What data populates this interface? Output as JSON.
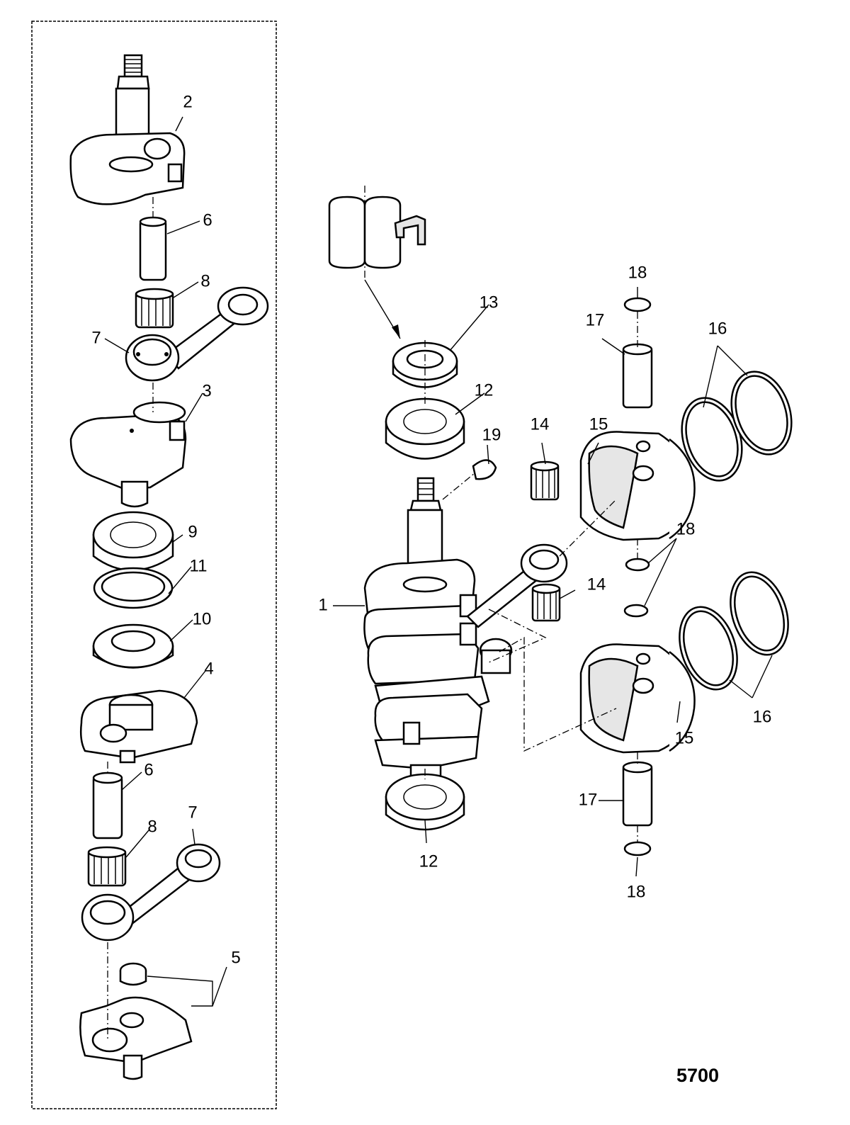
{
  "figure_number": "5700",
  "callouts": [
    {
      "id": "c2",
      "label": "2"
    },
    {
      "id": "c6a",
      "label": "6"
    },
    {
      "id": "c8a",
      "label": "8"
    },
    {
      "id": "c7a",
      "label": "7"
    },
    {
      "id": "c3",
      "label": "3"
    },
    {
      "id": "c9",
      "label": "9"
    },
    {
      "id": "c11",
      "label": "11"
    },
    {
      "id": "c10",
      "label": "10"
    },
    {
      "id": "c4",
      "label": "4"
    },
    {
      "id": "c6b",
      "label": "6"
    },
    {
      "id": "c8b",
      "label": "8"
    },
    {
      "id": "c7b",
      "label": "7"
    },
    {
      "id": "c5",
      "label": "5"
    },
    {
      "id": "c13",
      "label": "13"
    },
    {
      "id": "c12a",
      "label": "12"
    },
    {
      "id": "c19",
      "label": "19"
    },
    {
      "id": "c14a",
      "label": "14"
    },
    {
      "id": "c15a",
      "label": "15"
    },
    {
      "id": "c18a",
      "label": "18"
    },
    {
      "id": "c17a",
      "label": "17"
    },
    {
      "id": "c16a",
      "label": "16"
    },
    {
      "id": "c1",
      "label": "1"
    },
    {
      "id": "c18b",
      "label": "18"
    },
    {
      "id": "c14b",
      "label": "14"
    },
    {
      "id": "c15b",
      "label": "15"
    },
    {
      "id": "c16b",
      "label": "16"
    },
    {
      "id": "c17b",
      "label": "17"
    },
    {
      "id": "c12b",
      "label": "12"
    },
    {
      "id": "c18c",
      "label": "18"
    }
  ]
}
